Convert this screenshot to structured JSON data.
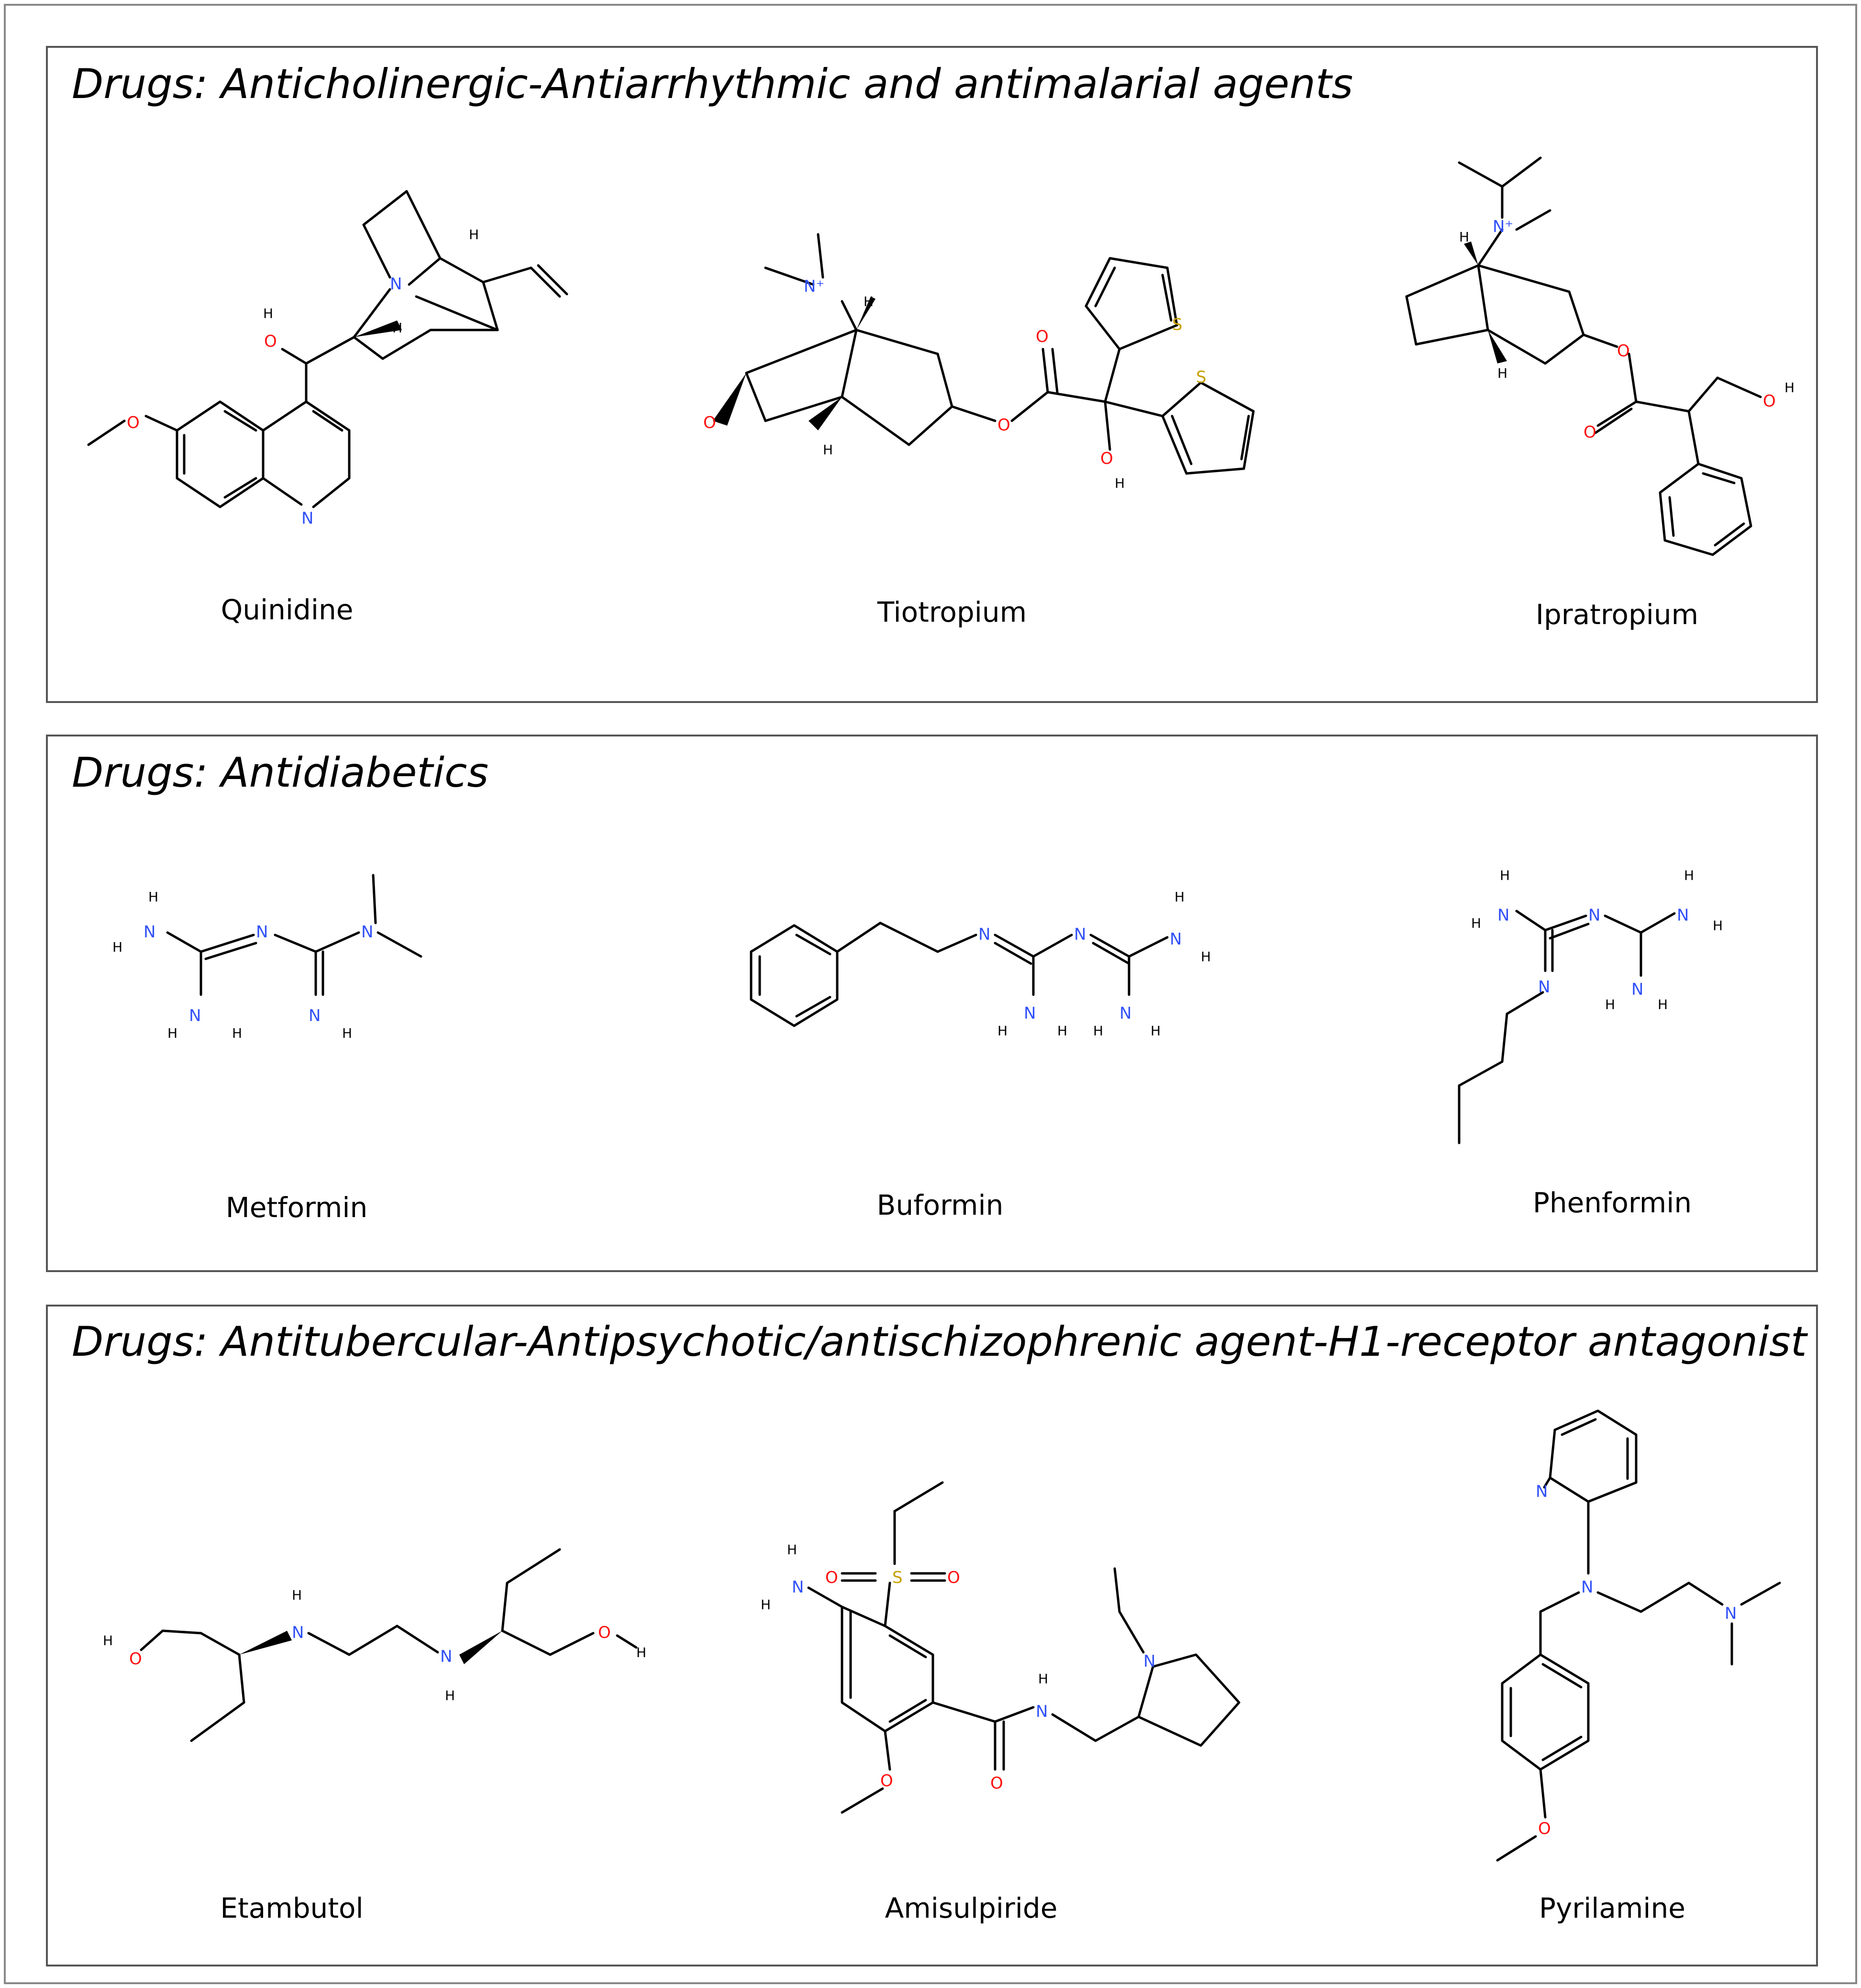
{
  "panels": [
    {
      "title": "Drugs: Anticholinergic-Antiarrhythmic and antimalarial agents",
      "drugs": [
        "Quinidine",
        "Tiotropium",
        "Ipratropium"
      ]
    },
    {
      "title": "Drugs: Antidiabetics",
      "drugs": [
        "Metformin",
        "Buformin",
        "Phenformin"
      ]
    },
    {
      "title": "Drugs: Antitubercular-Antipsychotic/antischizophrenic agent-H1-receptor antagonist",
      "drugs": [
        "Etambutol",
        "Amisulpiride",
        "Pyrilamine"
      ]
    }
  ],
  "atoms": {
    "N": "N",
    "O": "O",
    "S": "S",
    "H": "H",
    "Nplus": "N⁺"
  },
  "colors": {
    "nitrogen": "#3050F8",
    "oxygen": "#FF0D0D",
    "sulfur": "#C8A000",
    "bond": "#000000",
    "frame": "#555555"
  }
}
